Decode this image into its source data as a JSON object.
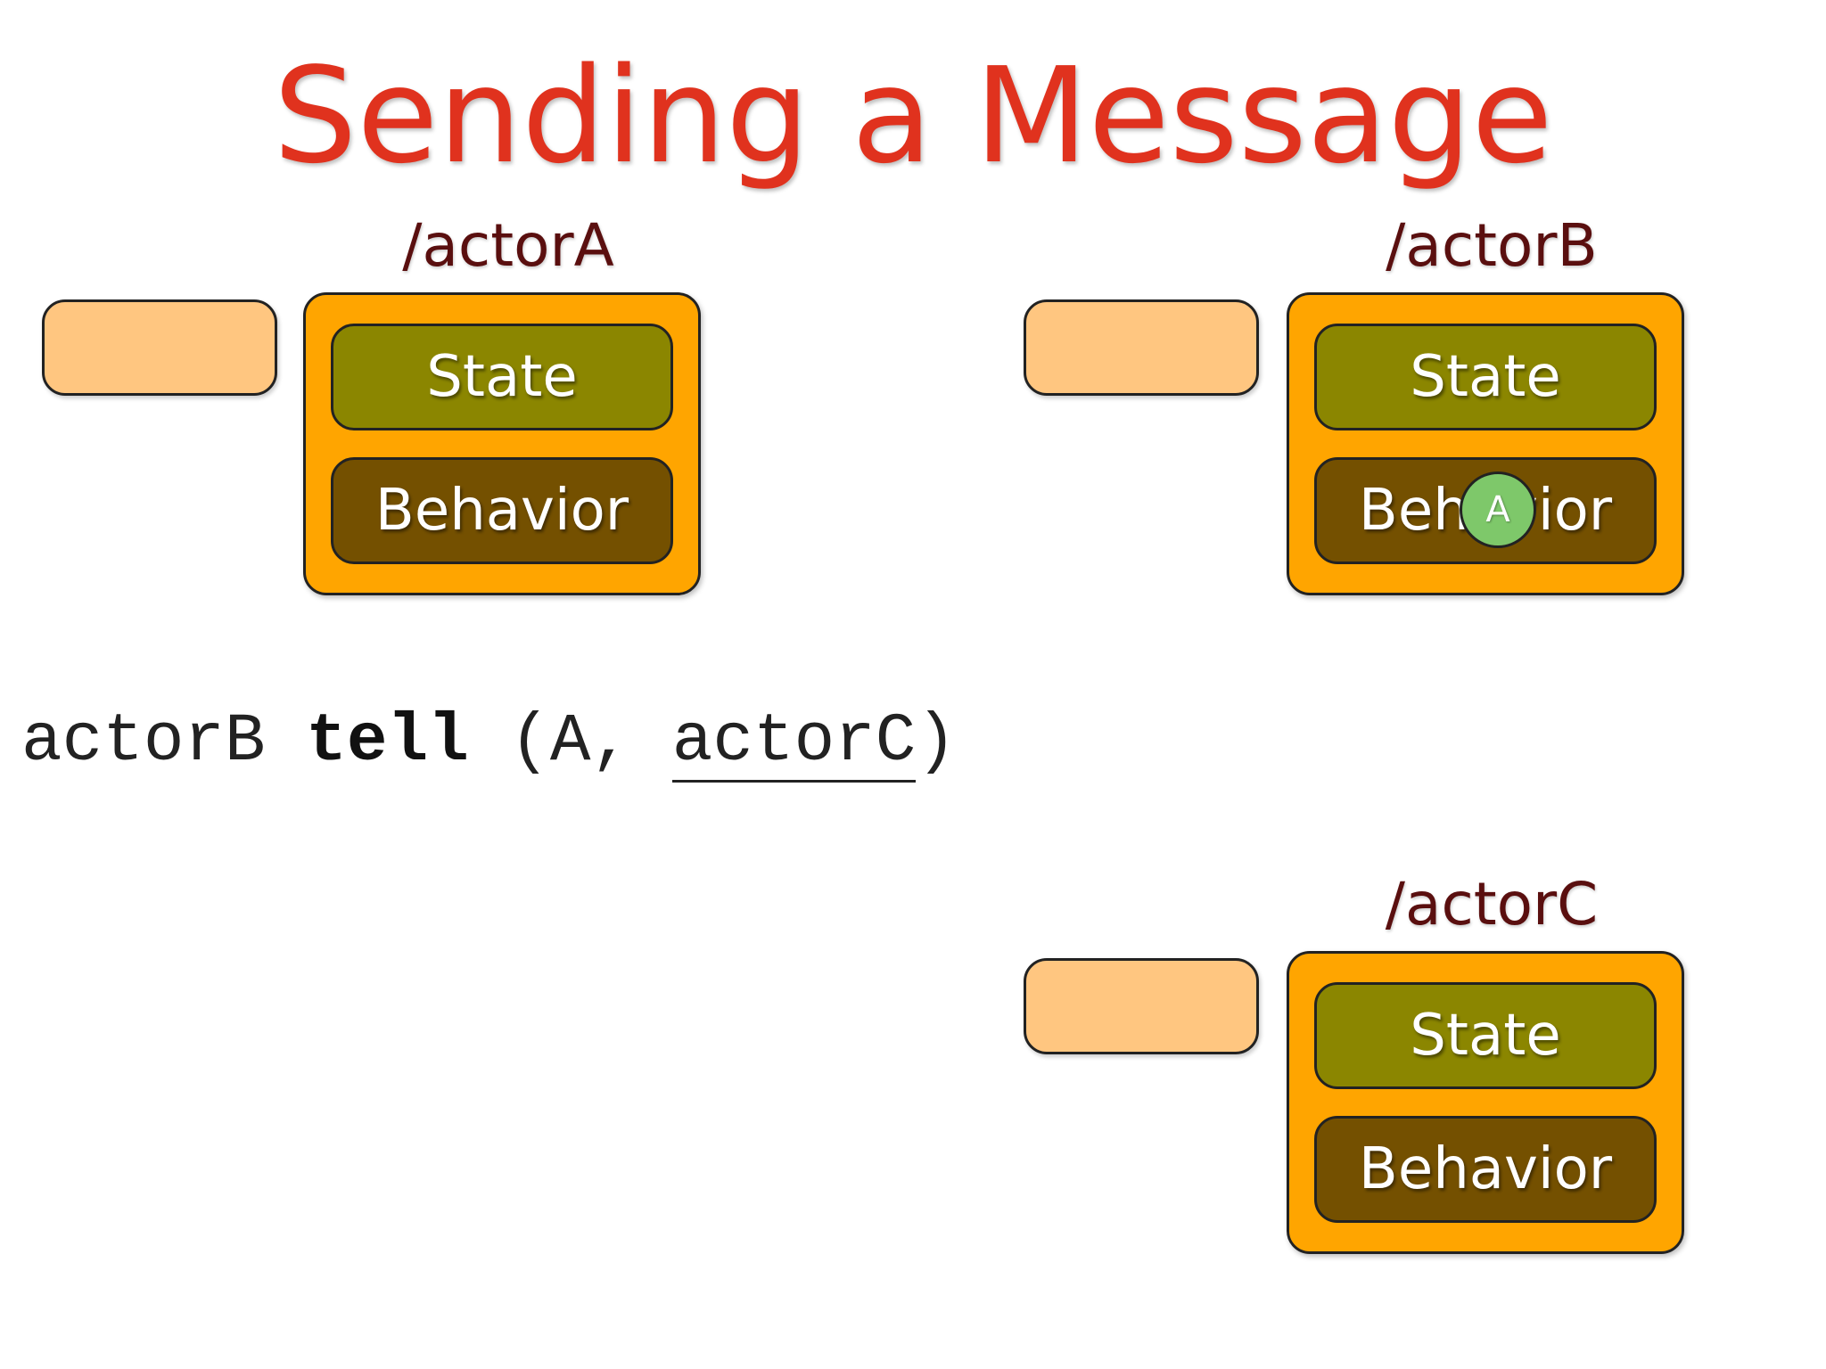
{
  "slide": {
    "title": "Sending a Message"
  },
  "actors": [
    {
      "label": "/actorA",
      "state_label": "State",
      "behavior_label": "Behavior"
    },
    {
      "label": "/actorB",
      "state_label": "State",
      "behavior_label": "Behavior",
      "message_label": "A"
    },
    {
      "label": "/actorC",
      "state_label": "State",
      "behavior_label": "Behavior"
    }
  ],
  "code": {
    "target": "actorB",
    "method": "tell",
    "open": "(A,",
    "arg2": "actorC",
    "close": ")"
  },
  "colors": {
    "title": "#e0321e",
    "actor_label": "#5a0f0f",
    "mailbox": "#ffc680",
    "actor_body": "#ffa500",
    "state": "#8b8600",
    "behavior": "#745000",
    "message": "#7ec86a"
  }
}
